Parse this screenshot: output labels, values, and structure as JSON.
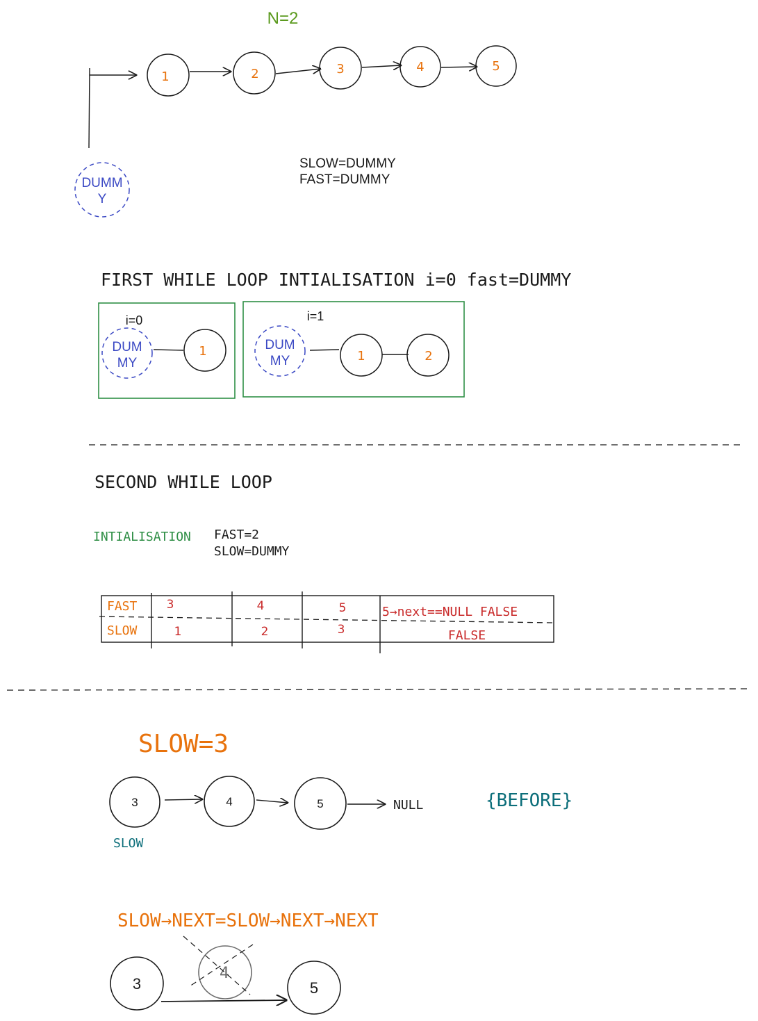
{
  "colors": {
    "ink": "#1a1a1a",
    "orange": "#e8720c",
    "green_title": "#5b9a1e",
    "green_box": "#2f8f46",
    "dummy_blue": "#3b49c4",
    "red": "#c92a2a",
    "teal": "#0c6e7a",
    "faded": "#6b6b6b"
  },
  "top": {
    "n_label": "N=2",
    "nodes": [
      "1",
      "2",
      "3",
      "4",
      "5"
    ],
    "dummy_line1": "DUMM",
    "dummy_line2": "Y",
    "slow_init": "SLOW=DUMMY",
    "fast_init": "FAST=DUMMY"
  },
  "first_loop": {
    "heading": "FIRST WHILE LOOP INTIALISATION i=0 fast=DUMMY",
    "box1": {
      "i_label": "i=0",
      "dummy_line1": "DUM",
      "dummy_line2": "MY",
      "node": "1"
    },
    "box2": {
      "i_label": "i=1",
      "dummy_line1": "DUM",
      "dummy_line2": "MY",
      "node_a": "1",
      "node_b": "2"
    }
  },
  "second_loop": {
    "heading": "SECOND WHILE LOOP",
    "init_label": "INTIALISATION",
    "fast_init": "FAST=2",
    "slow_init": "SLOW=DUMMY",
    "table": {
      "row_fast_label": "FAST",
      "row_slow_label": "SLOW",
      "fast_values": [
        "3",
        "4",
        "5"
      ],
      "slow_values": [
        "1",
        "2",
        "3"
      ],
      "fast_check": "5→next==NULL FALSE",
      "slow_check": "FALSE"
    }
  },
  "result": {
    "slow_title": "SLOW=3",
    "before_nodes": [
      "3",
      "4",
      "5"
    ],
    "null_label": "NULL",
    "before_tag": "{BEFORE}",
    "slow_pointer": "SLOW",
    "formula": "SLOW→NEXT=SLOW→NEXT→NEXT",
    "after_node_a": "3",
    "removed_node": "4",
    "after_node_b": "5"
  }
}
